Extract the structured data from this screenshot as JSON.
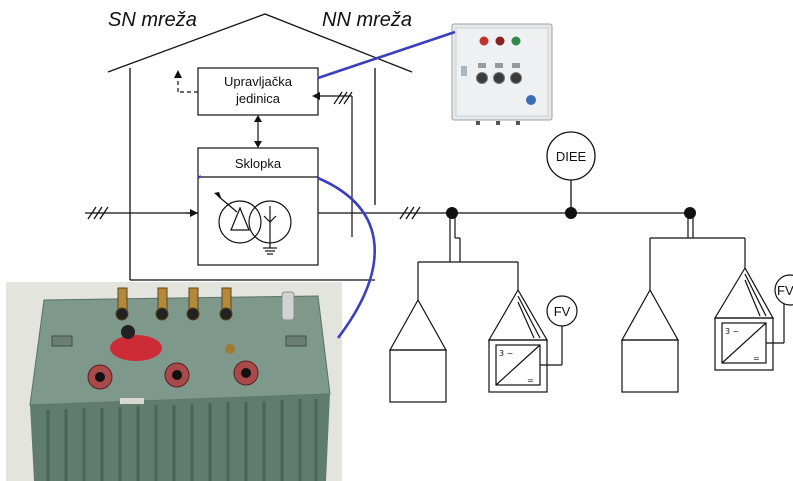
{
  "titles": {
    "sn": "SN mreža",
    "nn": "NN mreža"
  },
  "blocks": {
    "control_unit_line1": "Upravljačka",
    "control_unit_line2": "jedinica",
    "switch": "Sklopka",
    "diee": "DIEE",
    "pv": "FV"
  },
  "inverter": {
    "phase": "3 ~",
    "dc": "="
  },
  "colors": {
    "link": "#3a3fc0",
    "line": "#111111",
    "cabinet": "#e4e6e8",
    "transformer": "#6f8b7e",
    "cap": "#d8303a"
  }
}
